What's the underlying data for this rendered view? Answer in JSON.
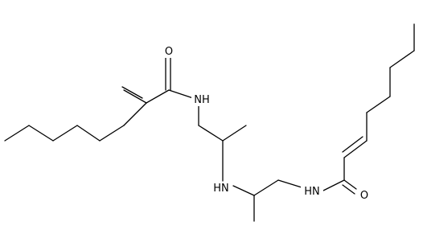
{
  "molecule": {
    "atom_labels": {
      "o1": "O",
      "nh1": "NH",
      "hn_center": "HN",
      "hn2": "HN",
      "o2": "O"
    }
  }
}
